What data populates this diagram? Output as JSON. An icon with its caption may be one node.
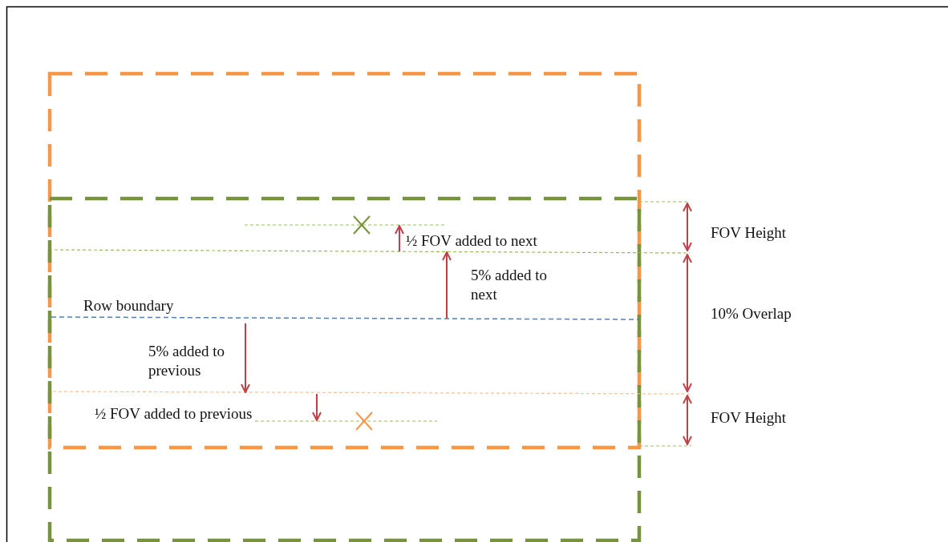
{
  "diagram": {
    "labels": [
      "FOV Height",
      "½ FOV added to next",
      "5% added to next",
      "Row boundary",
      "10% Overlap",
      "5% added to previous",
      "½ FOV added to previous",
      "FOV Height"
    ]
  }
}
